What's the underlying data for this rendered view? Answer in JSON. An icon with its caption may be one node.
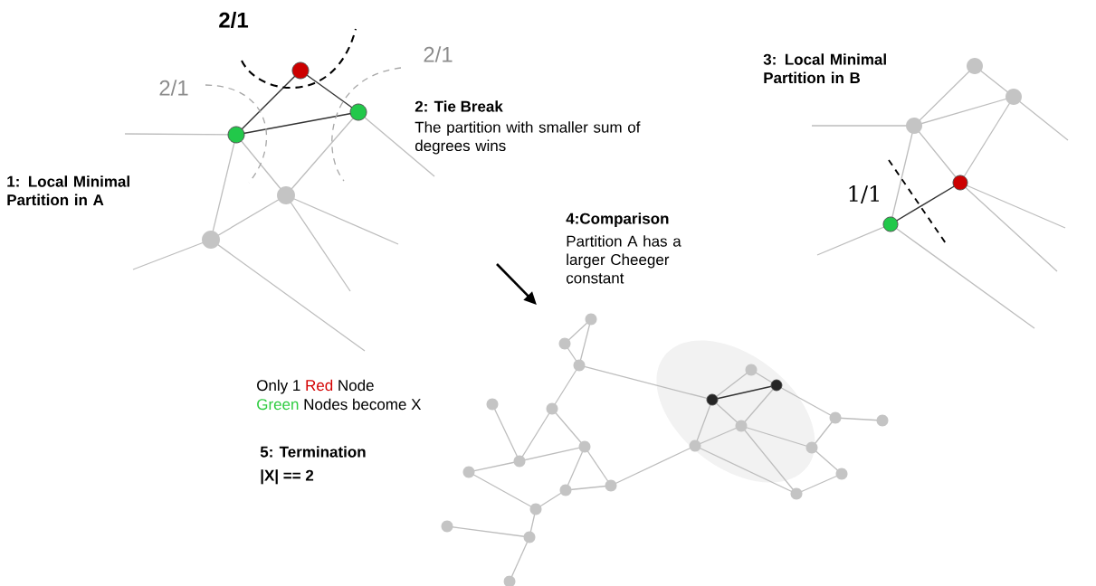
{
  "diagram": {
    "labels": [
      "2/1",
      "2/1",
      "2/1",
      "1: Local Minimal Partition in A",
      "2: Tie Break",
      "The partition with smaller sum of degrees wins",
      "3: Local Minimal Partition in B",
      "1/1",
      "4:Comparison",
      "Partition A has a larger Cheeger constant",
      "Only 1",
      "Red",
      "Node",
      "Green",
      "Nodes become X",
      "5: Termination",
      "|X| == 2"
    ]
  }
}
